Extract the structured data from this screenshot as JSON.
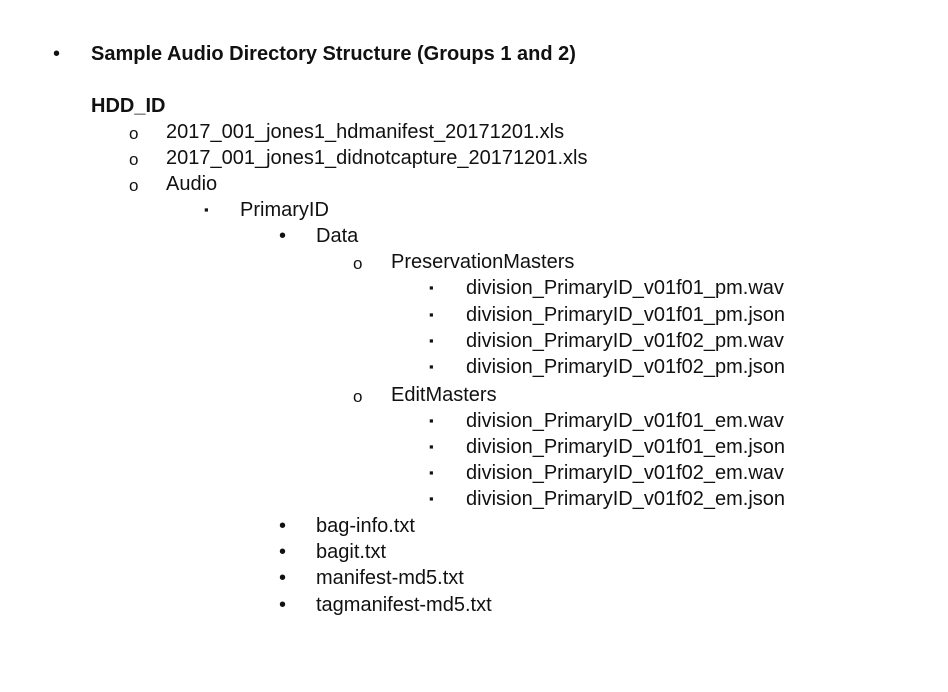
{
  "document": {
    "title": "Sample Audio Directory Structure (Groups 1 and 2)",
    "markers": {
      "disc": "•",
      "circle": "o",
      "square": "▪"
    },
    "tree": {
      "root": "HDD_ID",
      "hd_manifest": "2017_001_jones1_hdmanifest_20171201.xls",
      "did_not_capture": "2017_001_jones1_didnotcapture_20171201.xls",
      "audio": "Audio",
      "primary_id": "PrimaryID",
      "data": "Data",
      "preservation_masters": {
        "label": "PreservationMasters",
        "files": [
          "division_PrimaryID_v01f01_pm.wav",
          "division_PrimaryID_v01f01_pm.json",
          "division_PrimaryID_v01f02_pm.wav",
          "division_PrimaryID_v01f02_pm.json"
        ]
      },
      "edit_masters": {
        "label": "EditMasters",
        "files": [
          "division_PrimaryID_v01f01_em.wav",
          "division_PrimaryID_v01f01_em.json",
          "division_PrimaryID_v01f02_em.wav",
          "division_PrimaryID_v01f02_em.json"
        ]
      },
      "bag_files": [
        "bag-info.txt",
        "bagit.txt",
        "manifest-md5.txt",
        "tagmanifest-md5.txt"
      ]
    }
  }
}
